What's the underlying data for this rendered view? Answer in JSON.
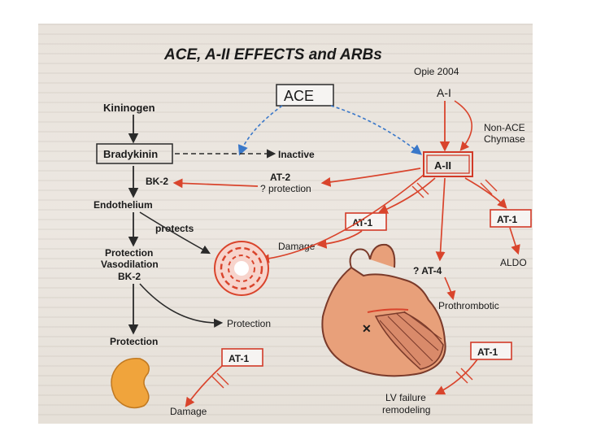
{
  "title": "ACE, A-II EFFECTS and ARBs",
  "source": "Opie 2004",
  "nodes": {
    "ace": "ACE",
    "a1": "A-I",
    "non_ace": "Non-ACE",
    "chymase": "Chymase",
    "a2": "A-II",
    "kininogen": "Kininogen",
    "bradykinin": "Bradykinin",
    "inactive": "Inactive",
    "bk2_top": "BK-2",
    "at2": "AT-2",
    "at2_sub": "? protection",
    "endothelium": "Endothelium",
    "protects": "protects",
    "at1_mid": "AT-1",
    "at1_right": "AT-1",
    "damage_mid": "Damage",
    "aldo": "ALDO",
    "protection1": "Protection",
    "vasodilation": "Vasodilation",
    "bk2_mid": "BK-2",
    "at4": "? AT-4",
    "prothrombotic": "Prothrombotic",
    "protection2": "Protection",
    "protection3": "Protection",
    "at1_low_left": "AT-1",
    "damage_low": "Damage",
    "at1_low_right": "AT-1",
    "lv_failure": "LV failure",
    "remodeling": "remodeling"
  },
  "colors": {
    "arrow_red": "#d9442c",
    "arrow_black": "#2a2a2a",
    "arrow_blue": "#3a78c9",
    "box_red": "#d23a28",
    "kidney": "#f0a43c",
    "heart": "#e8a07a"
  }
}
